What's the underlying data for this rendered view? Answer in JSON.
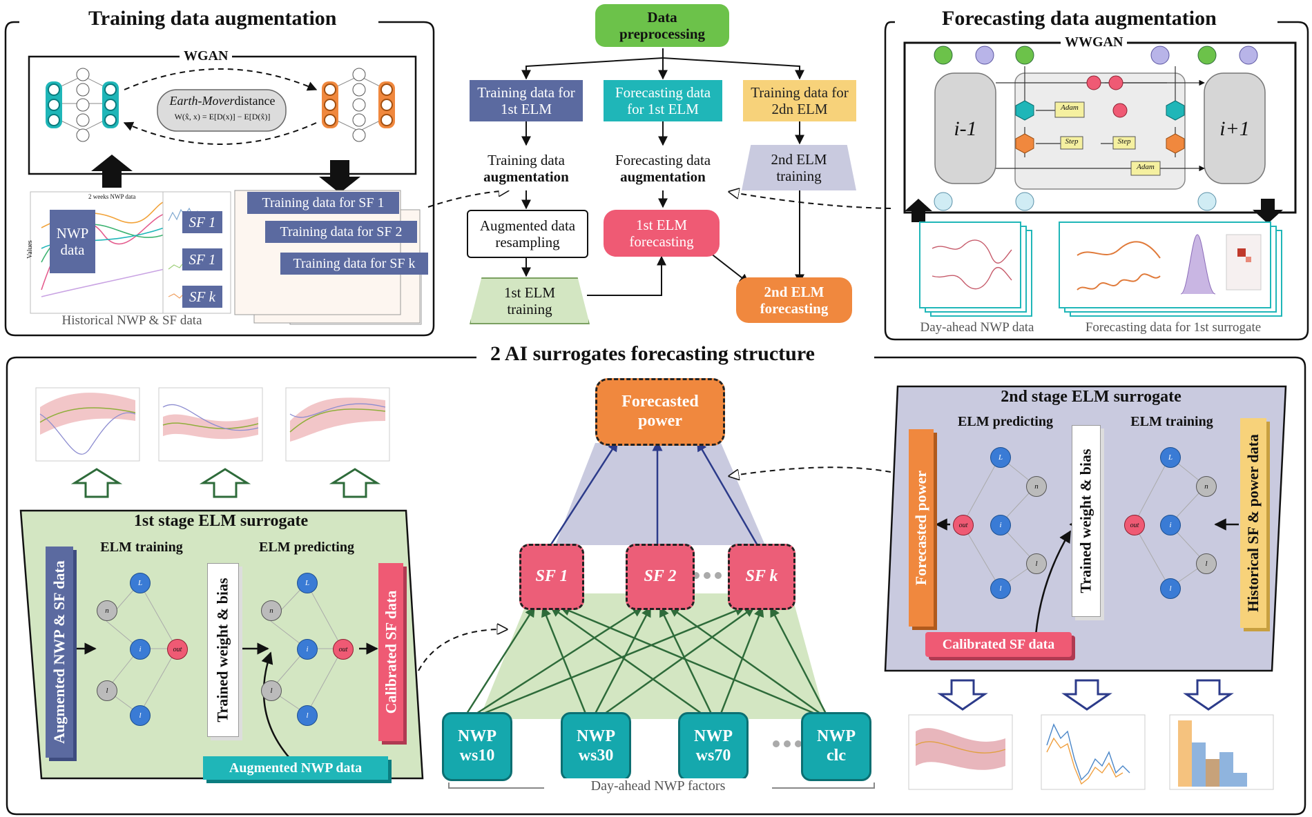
{
  "sections": {
    "training_aug": "Training data augmentation",
    "forecast_aug": "Forecasting data augmentation",
    "structure": "2 AI surrogates forecasting structure"
  },
  "wgan": {
    "title": "WGAN",
    "emd_title_italic": "Earth-Mover",
    "emd_title_rest": " distance",
    "emd_formula": "W(x̂, x) = E[D(x)] − E[D(x̂)]",
    "nwp_data": "NWP\ndata",
    "sf_labels": [
      "SF 1",
      "SF 1",
      "SF k"
    ],
    "plot_title": "2 weeks NWP data",
    "plot_ylabel": "Values",
    "caption": "Historical NWP & SF data",
    "stack_labels": [
      "Training data for SF 1",
      "Training data for SF 2",
      "Training data for SF k"
    ]
  },
  "flow": {
    "preprocessing": "Data\npreprocessing",
    "train1": "Training data for\n1st ELM",
    "forecast1": "Forecasting data\nfor 1st ELM",
    "train2": "Training data for\n2dn ELM",
    "train_aug_1": "Training data",
    "train_aug_2": "augmentation",
    "fc_aug_1": "Forecasting data",
    "fc_aug_2": "augmentation",
    "elm2_training": "2nd ELM\ntraining",
    "resampling": "Augmented data\nresampling",
    "elm1_forecasting": "1st ELM\nforecasting",
    "elm1_training": "1st ELM\ntraining",
    "elm2_forecasting": "2nd ELM\nforecasting"
  },
  "wwgan": {
    "title": "WWGAN",
    "left_cell": "i-1",
    "right_cell": "i+1",
    "ops": [
      "Adam",
      "Step",
      "Step",
      "Adam"
    ],
    "captions": [
      "Day-ahead NWP data",
      "Forecasting data for 1st surrogate"
    ]
  },
  "stage1": {
    "title": "1st stage ELM surrogate",
    "training": "ELM training",
    "predicting": "ELM predicting",
    "augmented_nwp_sf": "Augmented NWP & SF data",
    "trained_weight": "Trained weight & bias",
    "calibrated_sf": "Calibrated SF data",
    "augmented_nwp": "Augmented NWP data",
    "node_labels": [
      "L",
      "n",
      "i",
      "out",
      "l",
      "l"
    ]
  },
  "center": {
    "forecasted_power": "Forecasted\npower",
    "sf": [
      "SF 1",
      "SF 2",
      "SF k"
    ],
    "nwp": [
      "NWP\nws10",
      "NWP\nws30",
      "NWP\nws70",
      "NWP\nclc"
    ],
    "caption": "Day-ahead NWP factors"
  },
  "stage2": {
    "title": "2nd stage ELM surrogate",
    "predicting": "ELM predicting",
    "training": "ELM training",
    "forecasted_power": "Forecasted power",
    "trained_weight": "Trained weight & bias",
    "historical": "Historical SF & power data",
    "calibrated_sf": "Calibrated SF data"
  },
  "colors": {
    "green_panel": "#d3e6c2",
    "lavender_panel": "#c9cadf",
    "navy": "#5b6aa0",
    "teal": "#1fb6b8",
    "pink": "#ef5a74",
    "orange": "#f0883e",
    "green_flow": "#6cc24a",
    "arrow_green": "#2e6b3a",
    "arrow_navy": "#2c3b8a"
  }
}
